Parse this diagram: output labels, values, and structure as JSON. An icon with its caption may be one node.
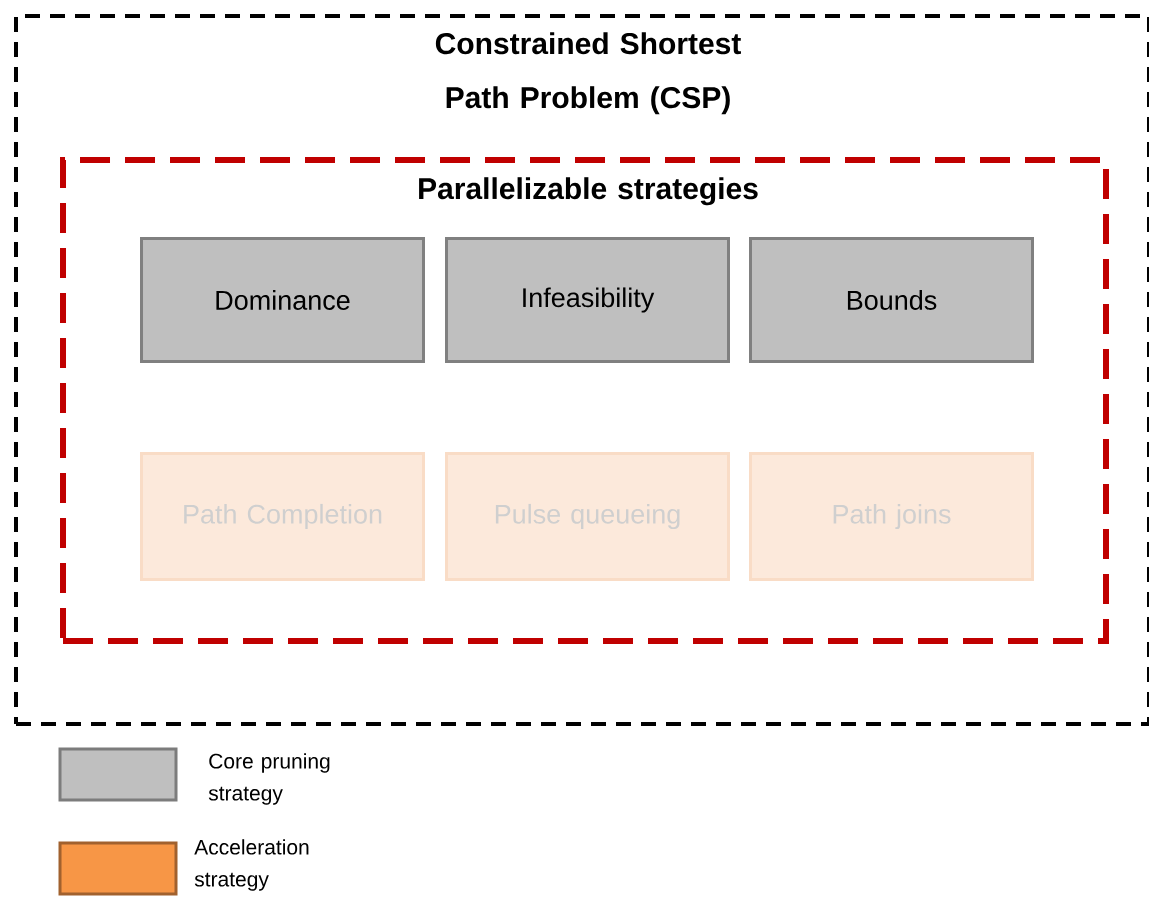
{
  "diagram": {
    "nodes": [
      {
        "text": [
          "Constrained Shortest Path Problem (CSP)"
        ]
      },
      {
        "text": [
          "Parallelizable strategies"
        ],
        "in": 0
      },
      {
        "text": [
          "Dominance"
        ],
        "in": 1
      },
      {
        "text": [
          "Infeasibility"
        ],
        "in": 1
      },
      {
        "text": [
          "Bounds"
        ],
        "in": 1
      },
      {
        "text": [
          "Path Completion"
        ],
        "in": 1
      },
      {
        "text": [
          "Pulse queueing"
        ],
        "in": 1
      },
      {
        "text": [
          "Path joins"
        ],
        "in": 1
      }
    ],
    "legend": [
      {
        "text": "Core pruning strategy",
        "color": "#bfbfbf"
      },
      {
        "text": "Acceleration strategy",
        "color": "#f79646"
      }
    ]
  }
}
